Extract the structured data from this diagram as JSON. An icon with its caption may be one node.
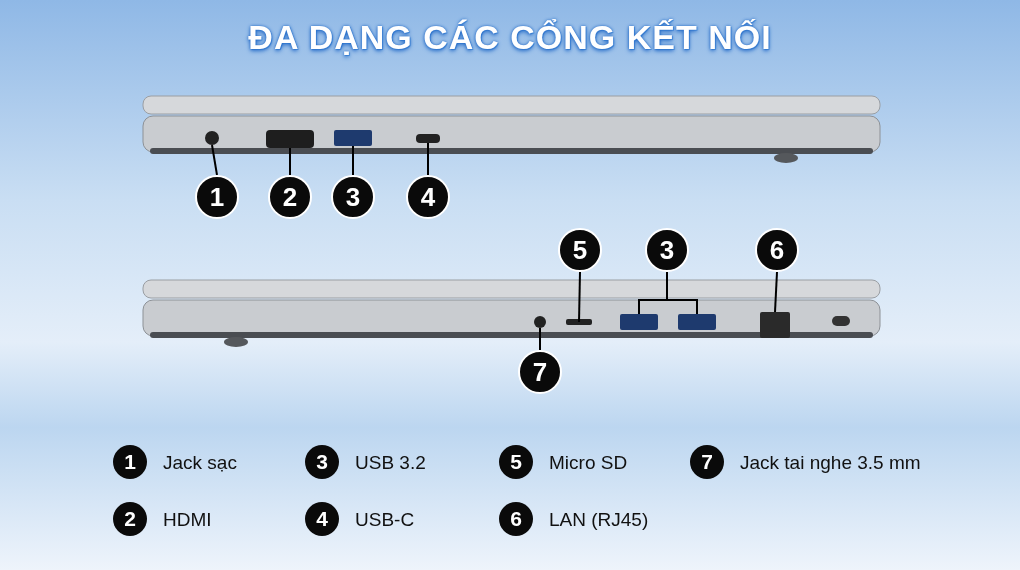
{
  "diagram": {
    "title": "ĐA DẠNG CÁC CỔNG KẾT NỐI",
    "nodes": [
      {
        "text": [
          "1"
        ]
      },
      {
        "text": [
          "2"
        ]
      },
      {
        "text": [
          "3"
        ]
      },
      {
        "text": [
          "4"
        ]
      },
      {
        "text": [
          "5"
        ]
      },
      {
        "text": [
          "3"
        ]
      },
      {
        "text": [
          "6"
        ]
      },
      {
        "text": [
          "7"
        ]
      },
      {
        "text": [
          "1"
        ],
        "beside": [
          "Jack sạc"
        ]
      },
      {
        "text": [
          "3"
        ],
        "beside": [
          "USB 3.2"
        ]
      },
      {
        "text": [
          "5"
        ],
        "beside": [
          "Micro SD"
        ]
      },
      {
        "text": [
          "7"
        ],
        "beside": [
          "Jack tai nghe 3.5 mm"
        ]
      },
      {
        "text": [
          "2"
        ],
        "beside": [
          "HDMI"
        ]
      },
      {
        "text": [
          "4"
        ],
        "beside": [
          "USB-C"
        ]
      },
      {
        "text": [
          "6"
        ],
        "beside": [
          "LAN (RJ45)"
        ]
      }
    ],
    "edges": [
      {
        "from": 0,
        "to": null,
        "arrow": "none"
      },
      {
        "from": 1,
        "to": null,
        "arrow": "none"
      },
      {
        "from": 2,
        "to": null,
        "arrow": "none"
      },
      {
        "from": 3,
        "to": null,
        "arrow": "none"
      },
      {
        "from": 4,
        "to": null,
        "arrow": "none"
      },
      {
        "from": 5,
        "to": null,
        "arrow": "none"
      },
      {
        "from": 5,
        "to": null,
        "arrow": "none"
      },
      {
        "from": 6,
        "to": null,
        "arrow": "none"
      },
      {
        "from": 7,
        "to": null,
        "arrow": "none"
      }
    ]
  }
}
